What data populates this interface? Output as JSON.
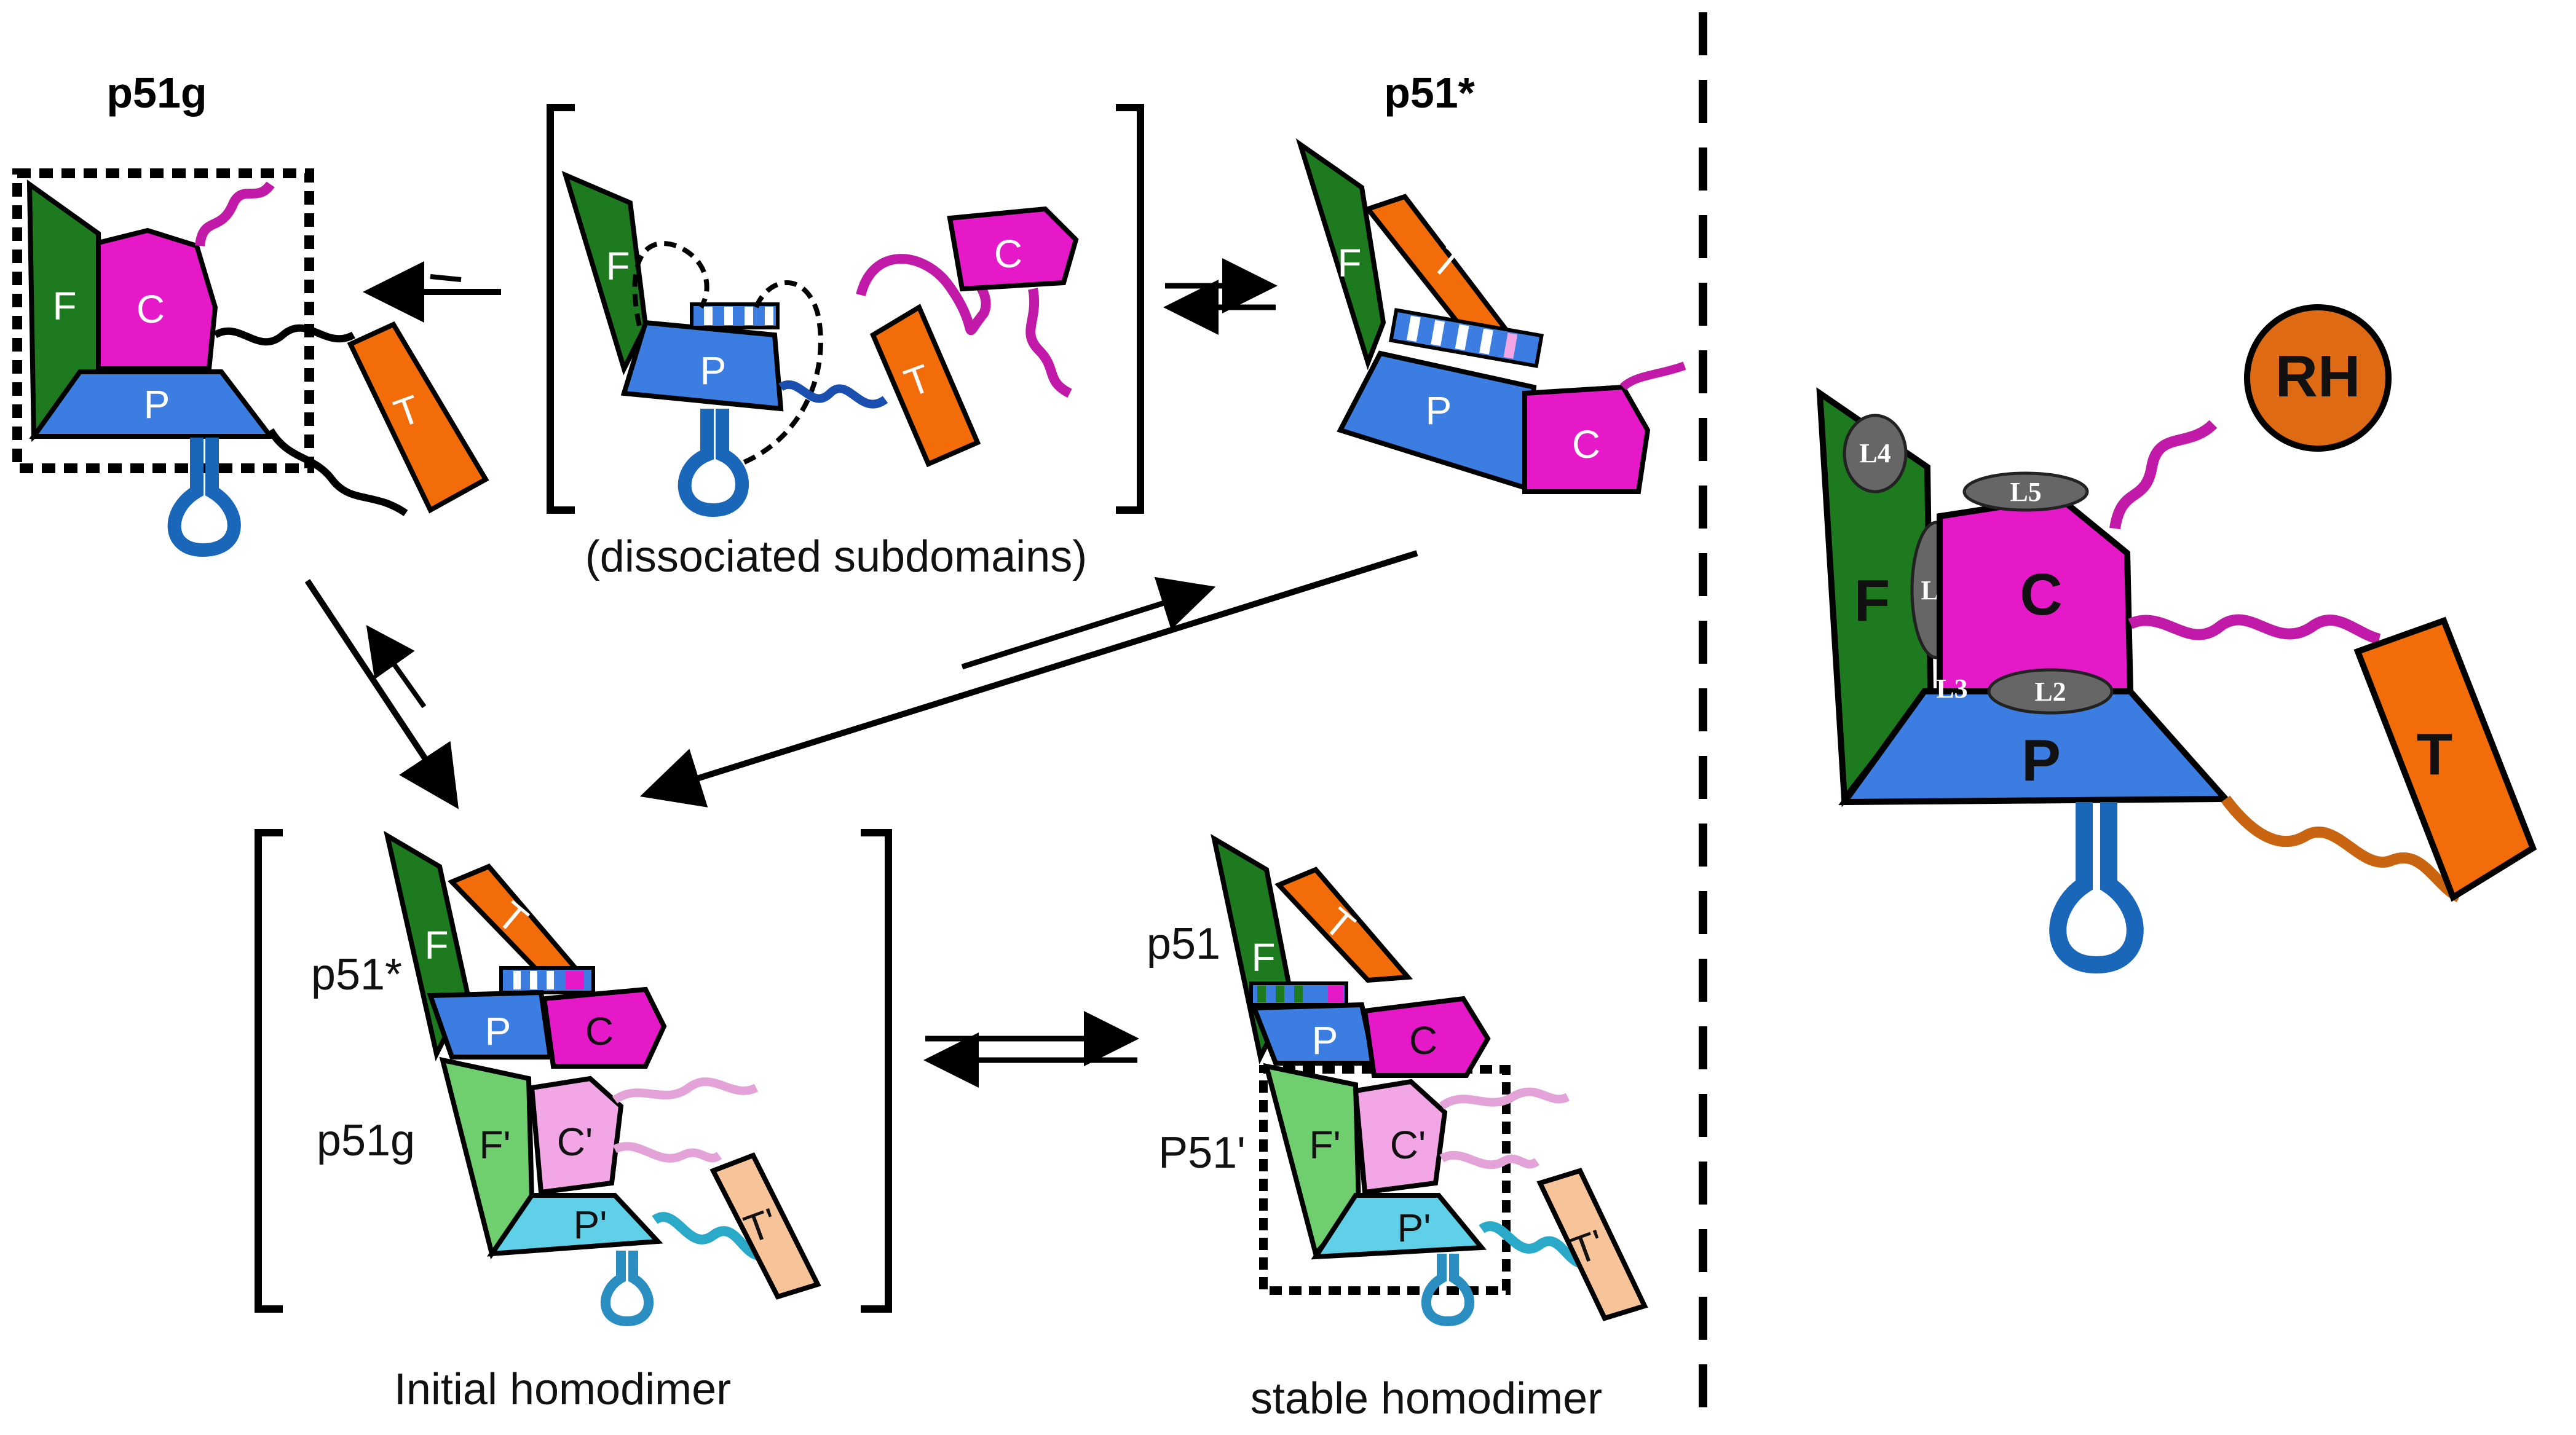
{
  "labels": {
    "p51g": "p51g",
    "p51star": "p51*",
    "dissociated": "(dissociated subdomains)",
    "initial": "Initial homodimer",
    "stable": "stable homodimer",
    "dimer_p51star": "p51*",
    "dimer_p51g": "p51g",
    "stable_p51": "p51",
    "stable_p51prime": "P51'"
  },
  "domains": {
    "F": "F",
    "C": "C",
    "P": "P",
    "T": "T",
    "Fp": "F'",
    "Cp": "C'",
    "Pp": "P'",
    "Tp": "T'",
    "RH": "RH"
  },
  "loops": {
    "L1": "L1",
    "L2": "L2",
    "L3": "L3",
    "L4": "L4",
    "L5": "L5"
  },
  "colors": {
    "fingers": "#1e7a1e",
    "palm": "#3b7de0",
    "connection": "#e619c8",
    "thumb": "#f26c0a",
    "rnaseH": "#de6a14",
    "fingers_light": "#6fcf6f",
    "palm_light": "#5fd0e8",
    "connection_light": "#f2a6e6",
    "thumb_light": "#f7c49a",
    "loop_gray": "#666666"
  }
}
